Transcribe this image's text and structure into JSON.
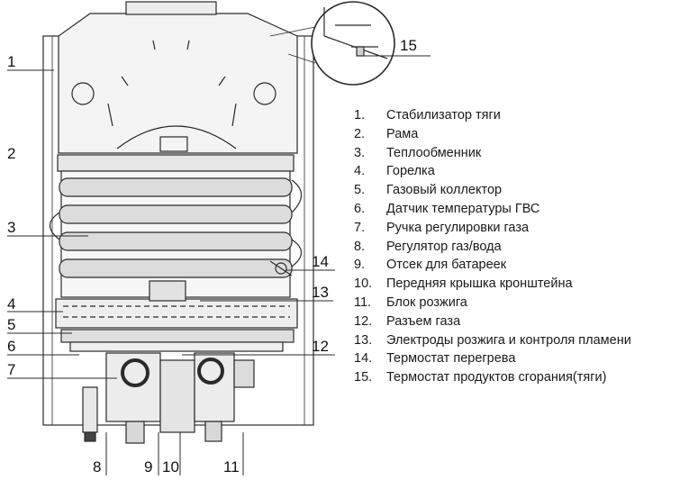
{
  "diagram": {
    "callouts": [
      "1",
      "2",
      "3",
      "4",
      "5",
      "6",
      "7",
      "8",
      "9",
      "10",
      "11",
      "12",
      "13",
      "14",
      "15"
    ]
  },
  "legend": {
    "items": [
      {
        "num": "1.",
        "label": "Стабилизатор тяги"
      },
      {
        "num": "2.",
        "label": "Рама"
      },
      {
        "num": "3.",
        "label": "Теплообменник"
      },
      {
        "num": "4.",
        "label": "Горелка"
      },
      {
        "num": "5.",
        "label": "Газовый коллектор"
      },
      {
        "num": "6.",
        "label": "Датчик температуры ГВС"
      },
      {
        "num": "7.",
        "label": "Ручка регулировки газа"
      },
      {
        "num": "8.",
        "label": "Регулятор  газ/вода"
      },
      {
        "num": "9.",
        "label": "Отсек для батареек"
      },
      {
        "num": "10.",
        "label": "Передняя крышка кронштейна"
      },
      {
        "num": "11.",
        "label": "Блок розжига"
      },
      {
        "num": "12.",
        "label": "Разъем газа"
      },
      {
        "num": "13.",
        "label": "Электроды розжига и контроля пламени"
      },
      {
        "num": "14.",
        "label": "Термостат перегрева"
      },
      {
        "num": "15.",
        "label": "Термостат продуктов сгорания(тяги)"
      }
    ]
  }
}
